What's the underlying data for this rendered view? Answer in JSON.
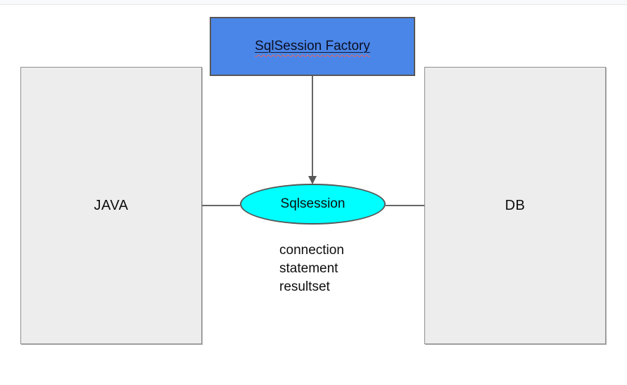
{
  "diagram": {
    "factory": {
      "label": "SqlSession Factory",
      "fill": "#4a86e8",
      "text_color": "#0c0f22",
      "spellcheck_underline": true
    },
    "java": {
      "label": "JAVA",
      "fill": "#ededed"
    },
    "db": {
      "label": "DB",
      "fill": "#ededed"
    },
    "session": {
      "label": "Sqlsession",
      "fill": "#00ffff"
    },
    "notes": [
      "connection",
      "statement",
      "resultset"
    ],
    "colors": {
      "shape_border_dark": "#575757",
      "shape_border_light": "#8f8f8f",
      "connector_line": "#666666",
      "squiggle_red": "#e06666",
      "top_bar": "#f8f9fb"
    }
  }
}
